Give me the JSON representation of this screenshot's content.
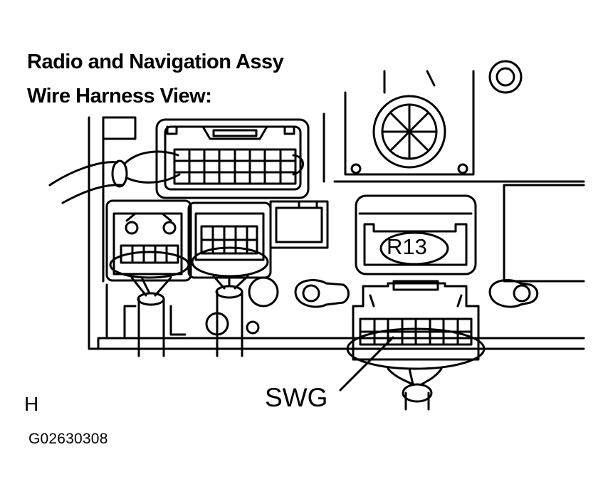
{
  "header": {
    "title_line1": "Radio and Navigation Assy",
    "title_line2": "Wire Harness View:"
  },
  "labels": {
    "connector_id": "R13",
    "terminal": "SWG",
    "corner_mark": "H",
    "figure_code": "G02630308"
  }
}
